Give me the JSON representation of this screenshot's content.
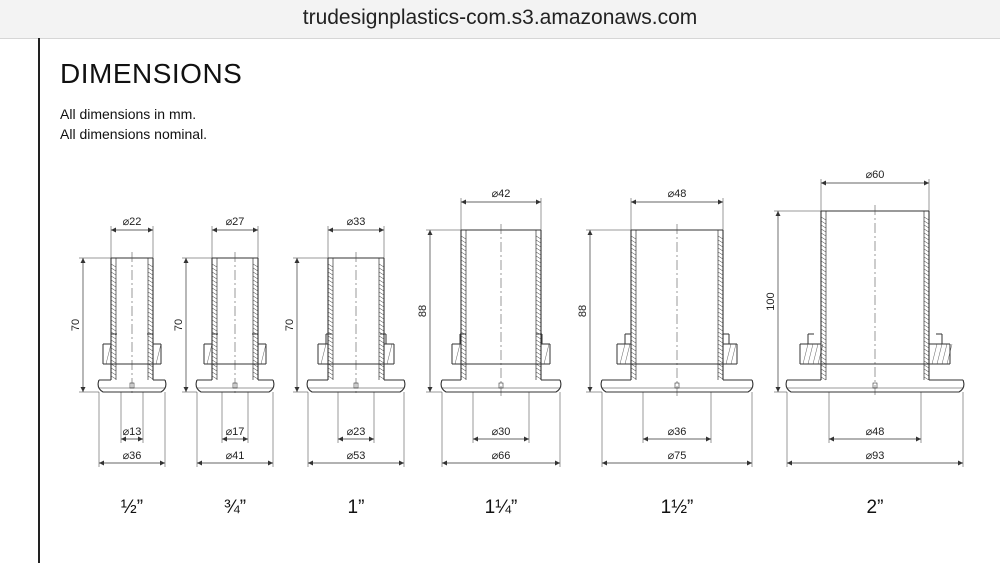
{
  "browser": {
    "url": "trudesignplastics-com.s3.amazonaws.com"
  },
  "header": {
    "title": "DIMENSIONS",
    "notes": [
      "All dimensions in mm.",
      "All dimensions nominal."
    ]
  },
  "fittings": [
    {
      "size": "½”",
      "top_dia": "⌀22",
      "length": "70",
      "bore": "⌀13",
      "flange": "⌀36"
    },
    {
      "size": "¾”",
      "top_dia": "⌀27",
      "length": "70",
      "bore": "⌀17",
      "flange": "⌀41"
    },
    {
      "size": "1”",
      "top_dia": "⌀33",
      "length": "70",
      "bore": "⌀23",
      "flange": "⌀53"
    },
    {
      "size": "1¼”",
      "top_dia": "⌀42",
      "length": "88",
      "bore": "⌀30",
      "flange": "⌀66"
    },
    {
      "size": "1½”",
      "top_dia": "⌀48",
      "length": "88",
      "bore": "⌀36",
      "flange": "⌀75"
    },
    {
      "size": "2”",
      "top_dia": "⌀60",
      "length": "100",
      "bore": "⌀48",
      "flange": "⌀93"
    }
  ]
}
